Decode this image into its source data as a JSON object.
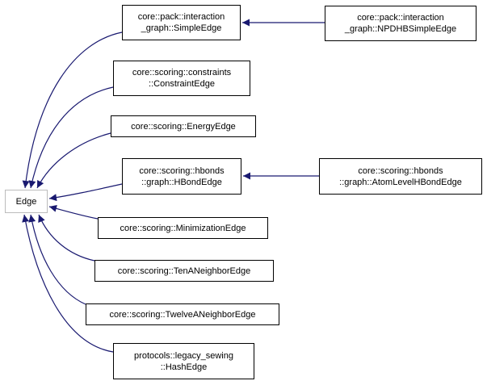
{
  "diagram": {
    "kind": "class-inheritance-graph",
    "nodes": {
      "edge": {
        "label": "Edge"
      },
      "simple_edge": {
        "line1": "core::pack::interaction",
        "line2": "_graph::SimpleEdge"
      },
      "npdhb_simple_edge": {
        "line1": "core::pack::interaction",
        "line2": "_graph::NPDHBSimpleEdge"
      },
      "constraint_edge": {
        "line1": "core::scoring::constraints",
        "line2": "::ConstraintEdge"
      },
      "energy_edge": {
        "label": "core::scoring::EnergyEdge"
      },
      "hbond_edge": {
        "line1": "core::scoring::hbonds",
        "line2": "::graph::HBondEdge"
      },
      "atom_level_hbond_edge": {
        "line1": "core::scoring::hbonds",
        "line2": "::graph::AtomLevelHBondEdge"
      },
      "minimization_edge": {
        "label": "core::scoring::MinimizationEdge"
      },
      "ten_a_neighbor_edge": {
        "label": "core::scoring::TenANeighborEdge"
      },
      "twelve_a_neighbor_edge": {
        "label": "core::scoring::TwelveANeighborEdge"
      },
      "hash_edge": {
        "line1": "protocols::legacy_sewing",
        "line2": "::HashEdge"
      }
    },
    "relations": [
      {
        "derived": "core::pack::interaction_graph::SimpleEdge",
        "base": "Edge"
      },
      {
        "derived": "core::pack::interaction_graph::NPDHBSimpleEdge",
        "base": "core::pack::interaction_graph::SimpleEdge"
      },
      {
        "derived": "core::scoring::constraints::ConstraintEdge",
        "base": "Edge"
      },
      {
        "derived": "core::scoring::EnergyEdge",
        "base": "Edge"
      },
      {
        "derived": "core::scoring::hbonds::graph::HBondEdge",
        "base": "Edge"
      },
      {
        "derived": "core::scoring::hbonds::graph::AtomLevelHBondEdge",
        "base": "core::scoring::hbonds::graph::HBondEdge"
      },
      {
        "derived": "core::scoring::MinimizationEdge",
        "base": "Edge"
      },
      {
        "derived": "core::scoring::TenANeighborEdge",
        "base": "Edge"
      },
      {
        "derived": "core::scoring::TwelveANeighborEdge",
        "base": "Edge"
      },
      {
        "derived": "protocols::legacy_sewing::HashEdge",
        "base": "Edge"
      }
    ],
    "colors": {
      "arrow": "#191970",
      "node_border": "#000000",
      "base_node_border": "#bcbcbc",
      "background": "#ffffff",
      "text": "#000000"
    }
  }
}
